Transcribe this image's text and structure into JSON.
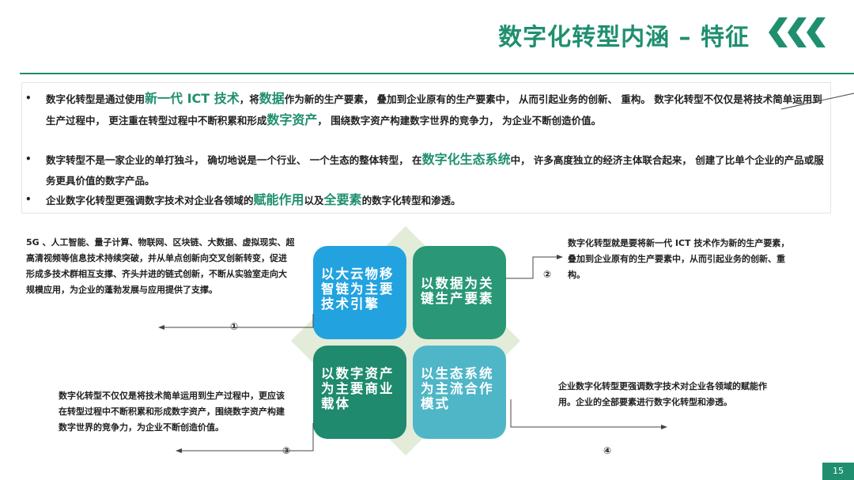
{
  "title": "数字化转型内涵 – 特征",
  "bullets": [
    [
      "数字化转型是通过使用",
      "新一代 ICT 技术",
      "，将",
      "数据",
      "作为新的生产要素， 叠加到企业原有的生产要素中， 从而引起业务的创新、 重构。 数字化转型不仅仅是将技术简单运用到生产过程中， 更注重在转型过程中不断积累和形成",
      "数字资产",
      "， 围绕数字资产构建数字世界的竞争力， 为企业不断创造价值。"
    ],
    [
      "数字转型不是一家企业的单打独斗， 确切地说是一个行业、 一个生态的整体转型， 在",
      "数字化生态系统",
      "中， 许多高度独立的经济主体联合起来， 创建了比单个企业的产品或服务更具价值的数字产品。"
    ],
    [
      "企业数字化转型更强调数字技术对企业各领域的",
      "赋能作用",
      "以及",
      "全要素",
      "的数字化转型和渗透。"
    ]
  ],
  "quadrants": {
    "q1": "以大云物移智链为主要技术引擎",
    "q2": "以数据为关键生产要素",
    "q3": "以数字资产为主要商业载体",
    "q4": "以生态系统为主流合作模式"
  },
  "notes": {
    "n1": "5G 、人工智能、量子计算、物联网、区块链、大数据、虚拟现实、超高清视频等信息技术持续突破，并从单点创新向交叉创新转变，促进形成多技术群相互支撑、齐头并进的链式创新，不断从实验室走向大规模应用，为企业的蓬勃发展与应用提供了支撑。",
    "n2": "数字化转型就是要将新一代 ICT 技术作为新的生产要素，叠加到企业原有的生产要素中，从而引起业务的创新、重构。",
    "n3": "数字化转型不仅仅是将技术简单运用到生产过程中，更应该在转型过程中不断积累和形成数字资产，围绕数字资产构建数字世界的竞争力，为企业不断创造价值。",
    "n4": "企业数字化转型更强调数字技术对企业各领域的赋能作用。企业的全部要素进行数字化转型和渗透。"
  },
  "circles": {
    "c1": "①",
    "c2": "②",
    "c3": "③",
    "c4": "④"
  },
  "bullet_symbol": "•",
  "page_number": "15",
  "colors": {
    "brand": "#1f8f6f",
    "q1": "#22a3e0",
    "q2": "#2a9777",
    "q3": "#1f8a6d",
    "q4": "#4fb6c7",
    "diamond": "#e3ecd9"
  }
}
